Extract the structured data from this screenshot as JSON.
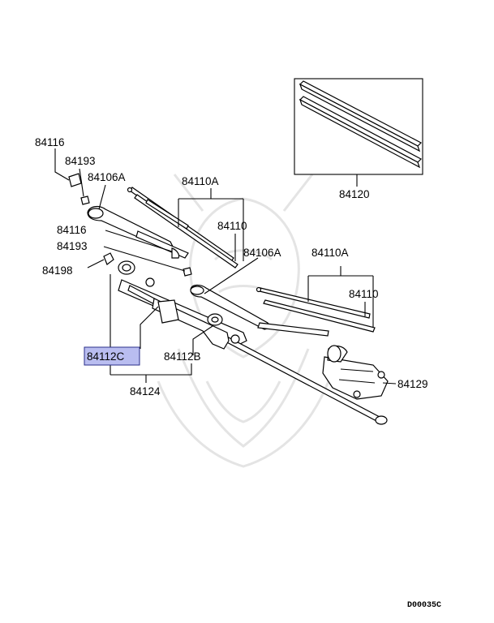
{
  "diagram": {
    "labels": {
      "l84116a": "84116",
      "l84193a": "84193",
      "l84106Aa": "84106A",
      "l84110Aa": "84110A",
      "l84110a": "84110",
      "l84116b": "84116",
      "l84193b": "84193",
      "l84198": "84198",
      "l84106Ab": "84106A",
      "l84110Ab": "84110A",
      "l84110b": "84110",
      "l84120": "84120",
      "l84112C": "84112C",
      "l84112B": "84112B",
      "l84124": "84124",
      "l84129": "84129"
    },
    "highlighted_part": "84112C",
    "highlight_color": "#b9bdf0",
    "drawing_code": "D00035C"
  }
}
